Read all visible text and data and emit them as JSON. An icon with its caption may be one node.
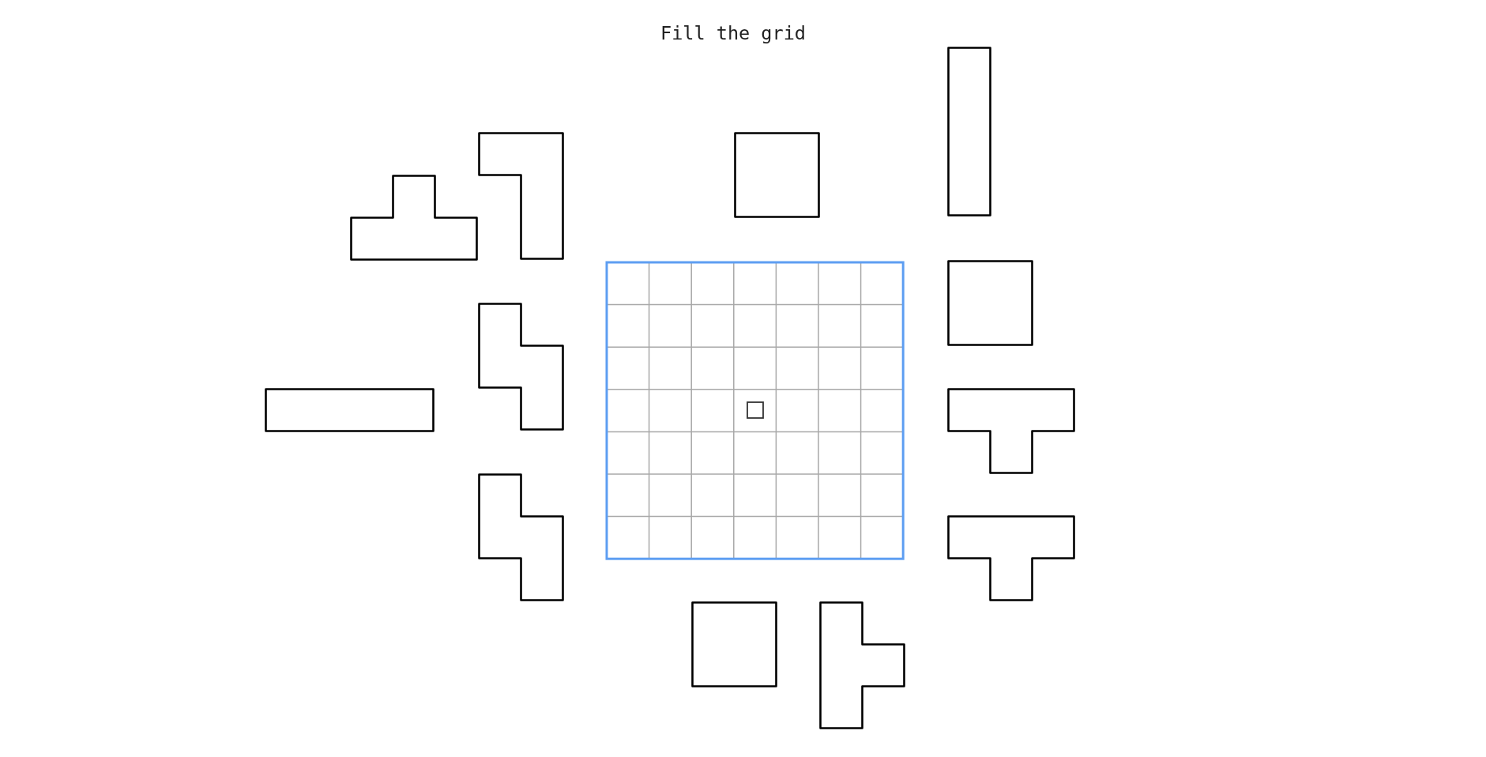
{
  "diagram": {
    "title": "Fill the grid",
    "nodes": [
      {
        "text": [],
        "shape": "tee"
      },
      {
        "text": [],
        "shape": "ell"
      },
      {
        "text": [],
        "shape": "square"
      },
      {
        "text": [],
        "shape": "bar"
      },
      {
        "text": [],
        "shape": "bar"
      },
      {
        "text": [],
        "shape": "zigzag"
      },
      {
        "text": [],
        "shape": "square"
      },
      {
        "text": [],
        "shape": "tee"
      },
      {
        "text": [],
        "shape": "zigzag"
      },
      {
        "text": [],
        "shape": "tee"
      },
      {
        "text": [],
        "shape": "square"
      },
      {
        "text": [],
        "shape": "tee"
      }
    ]
  }
}
